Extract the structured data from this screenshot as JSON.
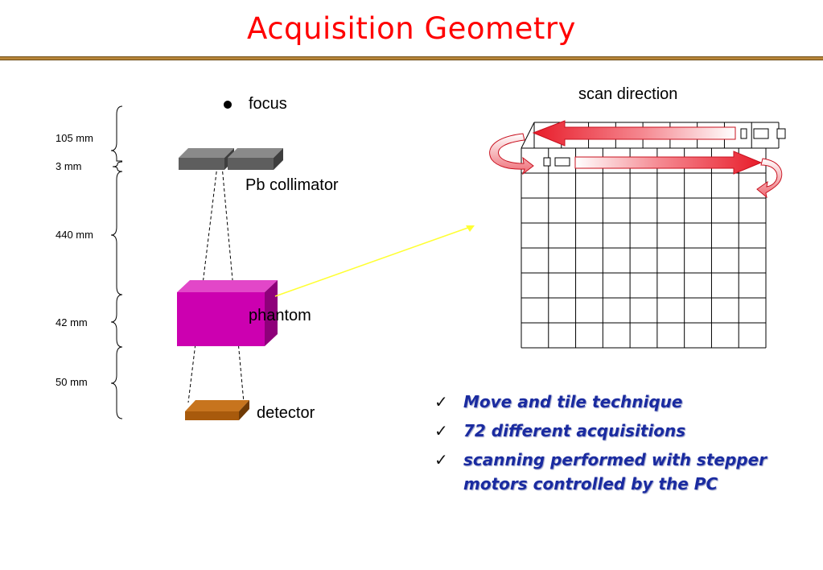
{
  "title": "Acquisition Geometry",
  "labels": {
    "focus": "focus",
    "collimator": "Pb collimator",
    "phantom": "phantom",
    "detector": "detector",
    "scan_direction": "scan direction"
  },
  "dimensions": [
    "105 mm",
    "3 mm",
    "440 mm",
    "42 mm",
    "50 mm"
  ],
  "bullets": [
    "Move and tile technique",
    "72 different acquisitions",
    "scanning performed with stepper motors controlled by the PC"
  ],
  "colors": {
    "title": "#ff0000",
    "title_rule": "#b8863a",
    "collimator": "#5e5e5e",
    "phantom": "#cc00b0",
    "detector": "#a85a0c",
    "scan_arrow": "#e8202c",
    "pointer_line": "#ffff33",
    "bullet_text": "#1a2ba0"
  },
  "tile_grid": {
    "columns": 9,
    "rows": 9
  }
}
